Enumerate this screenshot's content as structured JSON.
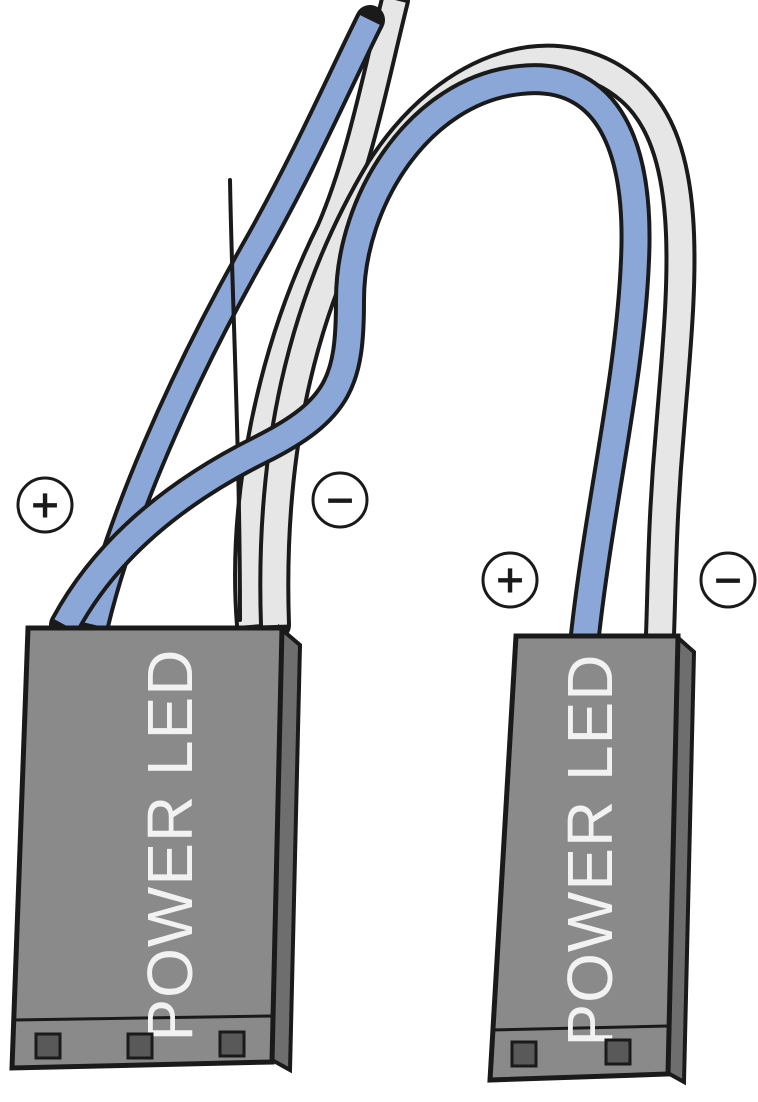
{
  "colors": {
    "background": "#ffffff",
    "wire_blue": "#8aa7d8",
    "wire_white": "#e6e6e6",
    "outline": "#1a1a1a",
    "connector_body": "#8b8a8a",
    "connector_side": "#6f6e6e",
    "connector_text": "#f2f2f2"
  },
  "connectors": [
    {
      "name": "connector-left",
      "label": "POWER LED",
      "pins": 3,
      "plus_sign": "+",
      "minus_sign": "−"
    },
    {
      "name": "connector-right",
      "label": "POWER LED",
      "pins": 2,
      "plus_sign": "+",
      "minus_sign": "−"
    }
  ]
}
